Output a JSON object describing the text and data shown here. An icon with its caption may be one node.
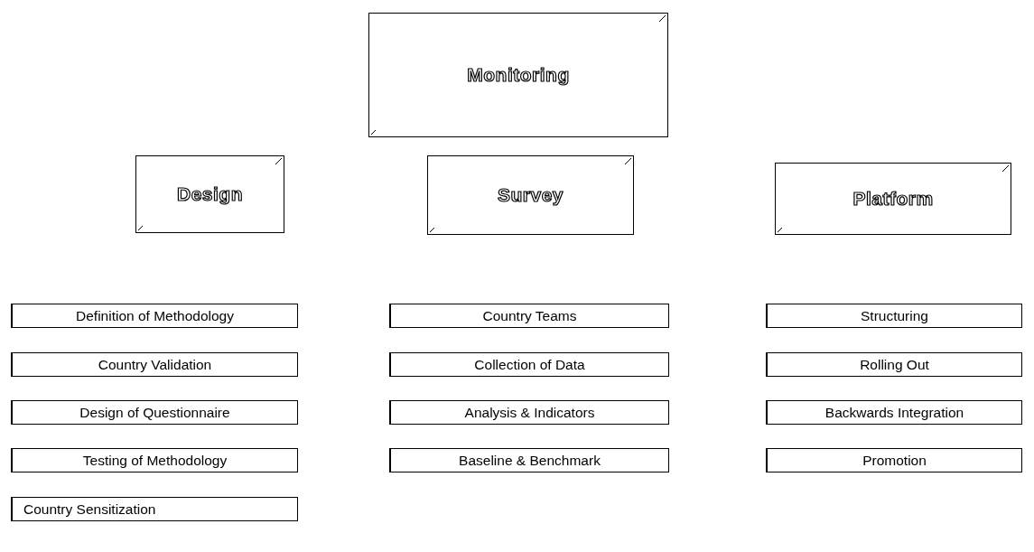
{
  "diagram": {
    "nodes": [
      {
        "text": [
          "Monitoring"
        ]
      },
      {
        "text": [
          "Design"
        ]
      },
      {
        "text": [
          "Survey"
        ]
      },
      {
        "text": [
          "Platform"
        ]
      },
      {
        "text": [
          "Definition of Methodology"
        ]
      },
      {
        "text": [
          "Country Validation"
        ]
      },
      {
        "text": [
          "Design of Questionnaire"
        ]
      },
      {
        "text": [
          "Testing of Methodology"
        ]
      },
      {
        "text": [
          "Country Sensitization"
        ]
      },
      {
        "text": [
          "Country Teams"
        ]
      },
      {
        "text": [
          "Collection of Data"
        ]
      },
      {
        "text": [
          "Analysis & Indicators"
        ]
      },
      {
        "text": [
          "Baseline & Benchmark"
        ]
      },
      {
        "text": [
          "Structuring"
        ]
      },
      {
        "text": [
          "Rolling Out"
        ]
      },
      {
        "text": [
          "Backwards Integration"
        ]
      },
      {
        "text": [
          "Promotion"
        ]
      }
    ]
  }
}
